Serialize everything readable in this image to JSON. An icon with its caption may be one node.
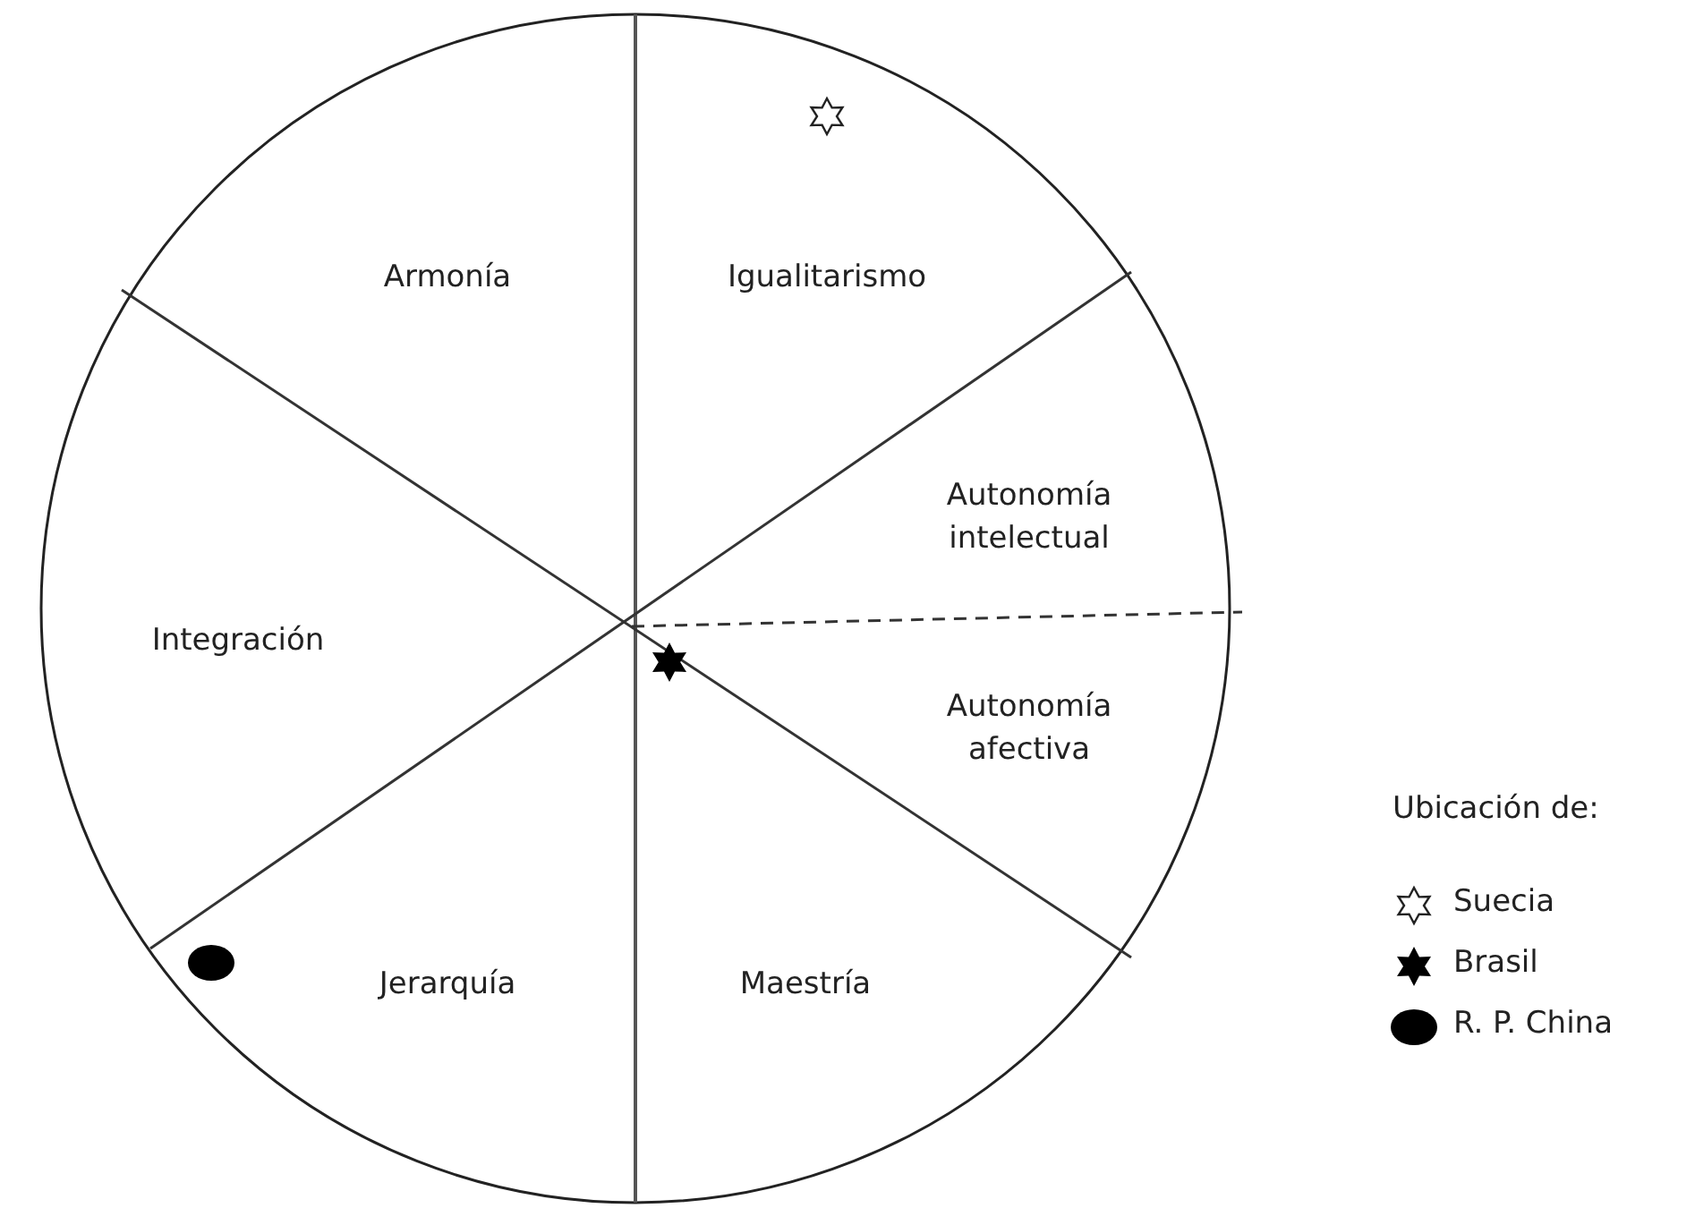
{
  "diagram": {
    "nodes": [
      {
        "text": [
          "Armonía"
        ]
      },
      {
        "text": [
          "Igualitarismo"
        ]
      },
      {
        "text": [
          "Autonomía intelectual"
        ]
      },
      {
        "text": [
          "Integración"
        ]
      },
      {
        "text": [
          "Autonomía afectiva"
        ]
      },
      {
        "text": [
          "Jerarquía"
        ]
      },
      {
        "text": [
          "Maestría"
        ]
      }
    ],
    "labels": [
      "Ubicación de:"
    ],
    "legend": [
      {
        "text": "Suecia"
      },
      {
        "text": "Brasil"
      },
      {
        "text": "R. P. China"
      }
    ]
  }
}
